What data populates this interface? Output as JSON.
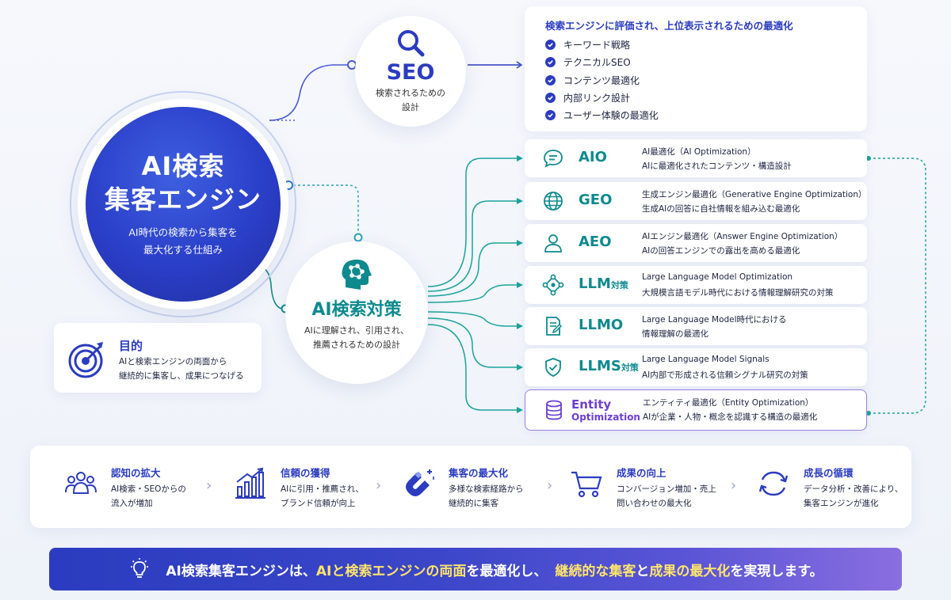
{
  "main": {
    "title_line1": "AI検索",
    "title_line2": "集客エンジン",
    "sub_line1": "AI時代の検索から集客を",
    "sub_line2": "最大化する仕組み"
  },
  "seo": {
    "label": "SEO",
    "desc_line1": "検索されるための",
    "desc_line2": "設計",
    "icon": "search-icon"
  },
  "seo_panel": {
    "title": "検索エンジンに評価され、上位表示されるための最適化",
    "items": [
      "キーワード戦略",
      "テクニカルSEO",
      "コンテンツ最適化",
      "内部リンク設計",
      "ユーザー体験の最適化"
    ]
  },
  "ai": {
    "label": "AI検索対策",
    "desc_line1": "AIに理解され、引用され、",
    "desc_line2": "推薦されるための設計",
    "icon": "ai-head-icon"
  },
  "methods": [
    {
      "abbr": "AIO",
      "suffix": "",
      "line1": "AI最適化（AI Optimization）",
      "line2": "AIに最適化されたコンテンツ・構造設計",
      "icon": "chat-icon"
    },
    {
      "abbr": "GEO",
      "suffix": "",
      "line1": "生成エンジン最適化（Generative Engine Optimization）",
      "line2": "生成AIの回答に自社情報を組み込む最適化",
      "icon": "globe-icon"
    },
    {
      "abbr": "AEO",
      "suffix": "",
      "line1": "AIエンジン最適化（Answer Engine Optimization）",
      "line2": "AIの回答エンジンでの露出を高める最適化",
      "icon": "user-icon"
    },
    {
      "abbr": "LLM",
      "suffix": "対策",
      "line1": "Large Language Model Optimization",
      "line2": "大規模言語モデル時代における情報理解研究の対策",
      "icon": "network-icon"
    },
    {
      "abbr": "LLMO",
      "suffix": "",
      "line1": "Large Language Model時代における",
      "line2": "情報理解の最適化",
      "icon": "document-edit-icon"
    },
    {
      "abbr": "LLMS",
      "suffix": "対策",
      "line1": "Large Language Model Signals",
      "line2": "AI内部で形成される信頼シグナル研究の対策",
      "icon": "shield-check-icon"
    }
  ],
  "entity": {
    "abbr_line1": "Entity",
    "abbr_line2": "Optimization",
    "line1": "エンティティ最適化（Entity Optimization）",
    "line2": "AIが企業・人物・概念を認識する構造の最適化",
    "icon": "database-icon"
  },
  "purpose": {
    "title": "目的",
    "desc_line1": "AIと検索エンジンの両面から",
    "desc_line2": "継続的に集客し、成果につなげる",
    "icon": "target-icon"
  },
  "benefits": [
    {
      "title": "認知の拡大",
      "line1": "AI検索・SEOからの",
      "line2": "流入が増加",
      "icon": "people-icon"
    },
    {
      "title": "信頼の獲得",
      "line1": "AIに引用・推薦され、",
      "line2": "ブランド信頼が向上",
      "icon": "growth-chart-icon"
    },
    {
      "title": "集客の最大化",
      "line1": "多様な検索経路から",
      "line2": "継続的に集客",
      "icon": "magnet-icon"
    },
    {
      "title": "成果の向上",
      "line1": "コンバージョン増加・売上",
      "line2": "問い合わせの最大化",
      "icon": "cart-icon"
    },
    {
      "title": "成長の循環",
      "line1": "データ分析・改善により、",
      "line2": "集客エンジンが進化",
      "icon": "cycle-icon"
    }
  ],
  "banner": {
    "part1": "AI検索集客エンジンは、",
    "part2": "AIと検索エンジンの両面",
    "part3": "を最適化し、",
    "part4": "継続的な集客",
    "part5": "と",
    "part6": "成果の最大化",
    "part7": "を実現します。",
    "icon": "lightbulb-icon"
  },
  "colors": {
    "primary": "#2b3cc0",
    "teal": "#0d8a8e",
    "purple": "#6b3fd4",
    "highlight": "#ffe56a"
  }
}
